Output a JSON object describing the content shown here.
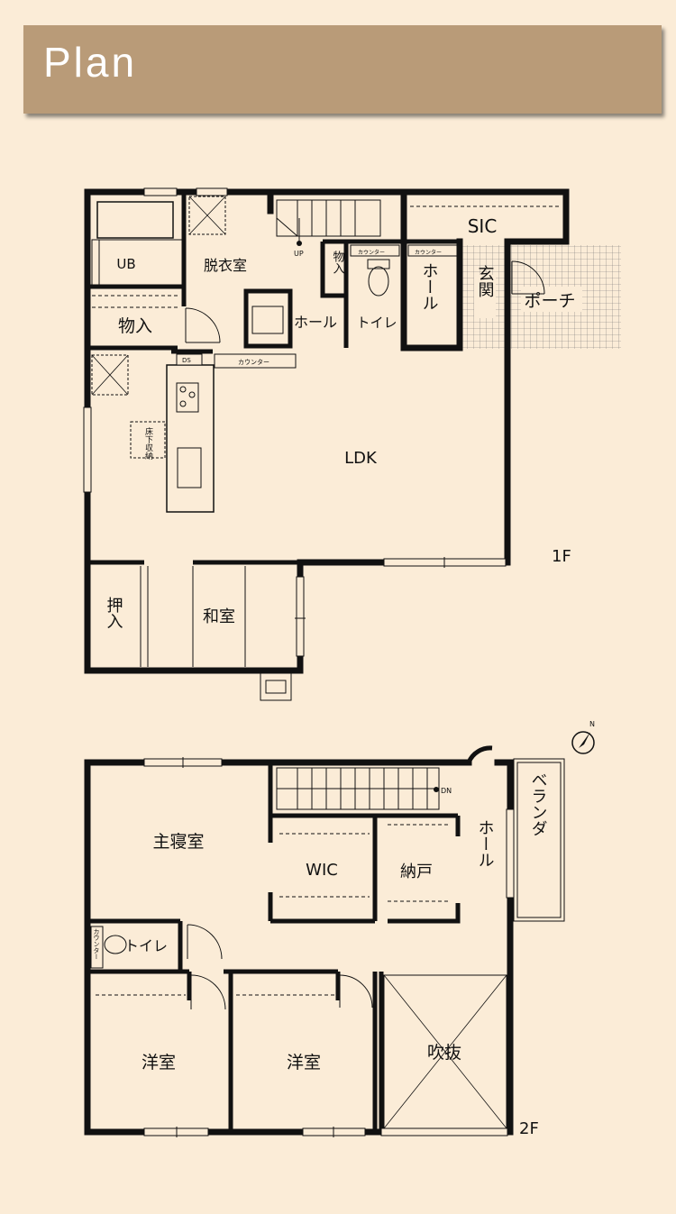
{
  "header": {
    "title": "Plan"
  },
  "floor1": {
    "floor_label": "1F",
    "rooms": {
      "ub": "UB",
      "datsuishitsu": "脱衣室",
      "monoire": "物入",
      "monoire_small": "物入",
      "hall": "ホール",
      "toilet": "トイレ",
      "hall_v": "ホール",
      "genkan": "玄関",
      "sic": "SIC",
      "porch": "ポーチ",
      "ldk": "LDK",
      "underfloor": "床下収納",
      "washitsu": "和室",
      "oshiire": "押入"
    },
    "labels": {
      "counter1": "カウンター",
      "counter2": "カウンター",
      "counter3": "カウンター",
      "ds": "DS",
      "up": "UP"
    }
  },
  "floor2": {
    "floor_label": "2F",
    "rooms": {
      "master": "主寝室",
      "wic": "WIC",
      "nando": "納戸",
      "hall_v": "ホール",
      "veranda": "ベランダ",
      "toilet": "トイレ",
      "youshitsu1": "洋室",
      "youshitsu2": "洋室",
      "fukinuke": "吹抜"
    },
    "labels": {
      "counter": "カウンター",
      "dn": "DN"
    }
  },
  "compass": {
    "north": "N"
  },
  "colors": {
    "background": "#fbecd7",
    "banner": "#b99b78",
    "wall": "#111111",
    "banner_text": "#ffffff"
  }
}
